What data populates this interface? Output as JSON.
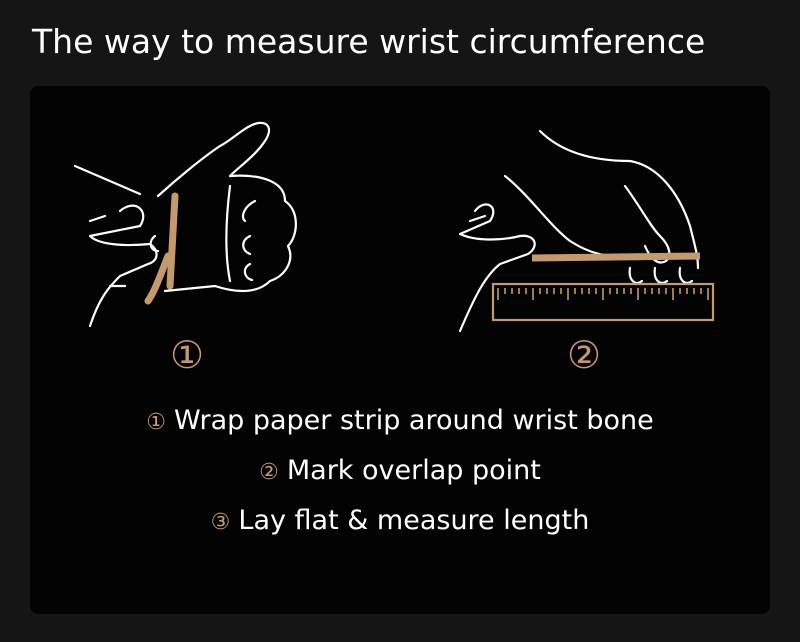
{
  "title": "The way to measure wrist circumference",
  "illustrations": [
    {
      "number": "①",
      "icon": "hand-wrapping-wrist-icon"
    },
    {
      "number": "②",
      "icon": "hand-measuring-strip-on-ruler-icon"
    }
  ],
  "steps": [
    {
      "number": "①",
      "text": "Wrap paper strip around wrist bone"
    },
    {
      "number": "②",
      "text": "Mark overlap point"
    },
    {
      "number": "③",
      "text": "Lay flat & measure length"
    }
  ],
  "colors": {
    "accent": "#c49a6c",
    "background": "#151515",
    "panel": "#030303"
  }
}
